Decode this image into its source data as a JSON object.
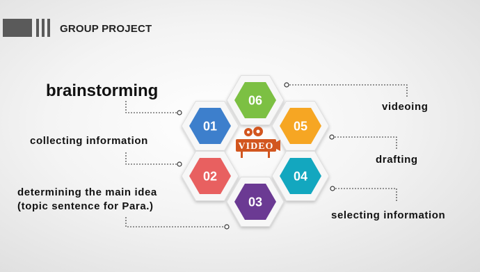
{
  "header": {
    "title": "GROUP PROJECT"
  },
  "center_logo": {
    "text": "VIDEO"
  },
  "hexagons": [
    {
      "number": "06",
      "color": "#7cc043"
    },
    {
      "number": "01",
      "color": "#3d7fcc"
    },
    {
      "number": "05",
      "color": "#f6a623"
    },
    {
      "number": "02",
      "color": "#e86060"
    },
    {
      "number": "04",
      "color": "#13a7bf"
    },
    {
      "number": "03",
      "color": "#6b3a93"
    }
  ],
  "labels": {
    "brainstorming": "brainstorming",
    "collecting": "collecting information",
    "determining_line1": "determining the main idea",
    "determining_line2": "(topic sentence for Para.)",
    "videoing": "videoing",
    "drafting": "drafting",
    "selecting": "selecting information"
  },
  "colors": {
    "header_block": "#5a5a5a",
    "logo": "#d2561f",
    "connector": "#333333"
  }
}
